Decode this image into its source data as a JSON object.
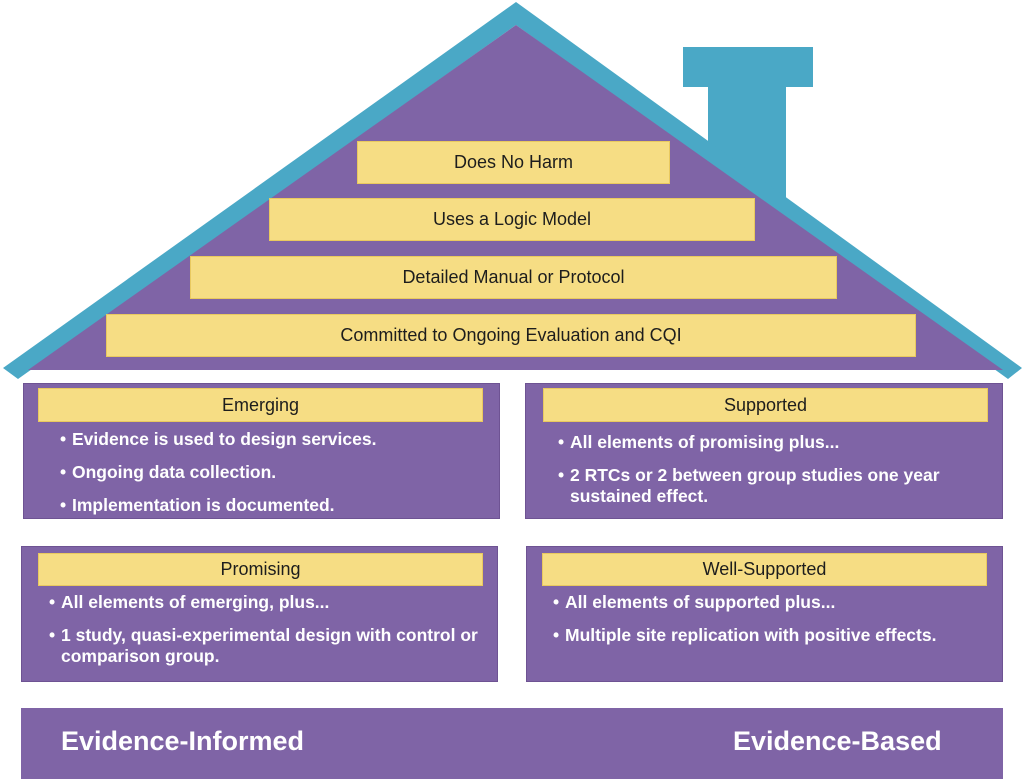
{
  "roof_levels": [
    "Does No Harm",
    "Uses a Logic Model",
    "Detailed Manual or Protocol",
    "Committed to Ongoing Evaluation and CQI"
  ],
  "rooms": {
    "emerging": {
      "title": "Emerging",
      "items": [
        "Evidence is used to design services.",
        "Ongoing data collection.",
        "Implementation is documented."
      ]
    },
    "supported": {
      "title": "Supported",
      "items": [
        "All elements of promising plus...",
        "2 RTCs or 2 between group studies one year sustained effect."
      ]
    },
    "promising": {
      "title": "Promising",
      "items": [
        "All elements of emerging, plus...",
        "1 study, quasi-experimental design with control or comparison group."
      ]
    },
    "well_supported": {
      "title": "Well-Supported",
      "items": [
        "All elements of supported plus...",
        "Multiple site replication with positive effects."
      ]
    }
  },
  "continuum": {
    "left": "Evidence-Informed",
    "right": "Evidence-Based"
  },
  "colors": {
    "roof_outline": "#4aa8c6",
    "house_fill": "#7f64a6",
    "label_fill": "#f6dd84",
    "text_light": "#ffffff"
  }
}
